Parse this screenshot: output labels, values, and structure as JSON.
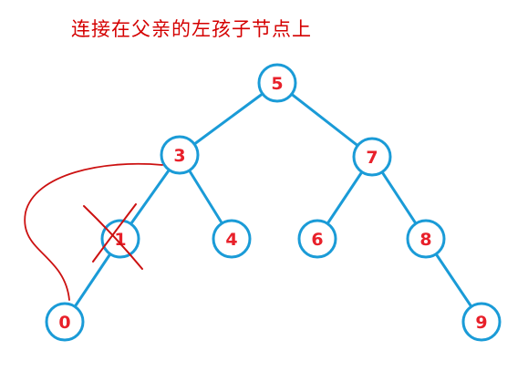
{
  "title": "连接在父亲的左孩子节点上",
  "colors": {
    "title": "#d40000",
    "edge": "#1a9bd7",
    "node_stroke": "#1a9bd7",
    "node_text": "#e8202a",
    "annotation": "#cc1111"
  },
  "nodes": [
    {
      "id": "n5",
      "label": "5"
    },
    {
      "id": "n3",
      "label": "3"
    },
    {
      "id": "n7",
      "label": "7"
    },
    {
      "id": "n1",
      "label": "1",
      "crossed_out": true
    },
    {
      "id": "n4",
      "label": "4"
    },
    {
      "id": "n6",
      "label": "6"
    },
    {
      "id": "n8",
      "label": "8"
    },
    {
      "id": "n0",
      "label": "0"
    },
    {
      "id": "n9",
      "label": "9"
    }
  ],
  "edges": [
    {
      "from": "n5",
      "to": "n3"
    },
    {
      "from": "n5",
      "to": "n7"
    },
    {
      "from": "n3",
      "to": "n1"
    },
    {
      "from": "n3",
      "to": "n4"
    },
    {
      "from": "n7",
      "to": "n6"
    },
    {
      "from": "n7",
      "to": "n8"
    },
    {
      "from": "n1",
      "to": "n0"
    },
    {
      "from": "n8",
      "to": "n9"
    }
  ],
  "annotations": [
    {
      "type": "cross",
      "target": "n1"
    },
    {
      "type": "link-curve",
      "from": "n3",
      "to": "n0"
    }
  ]
}
